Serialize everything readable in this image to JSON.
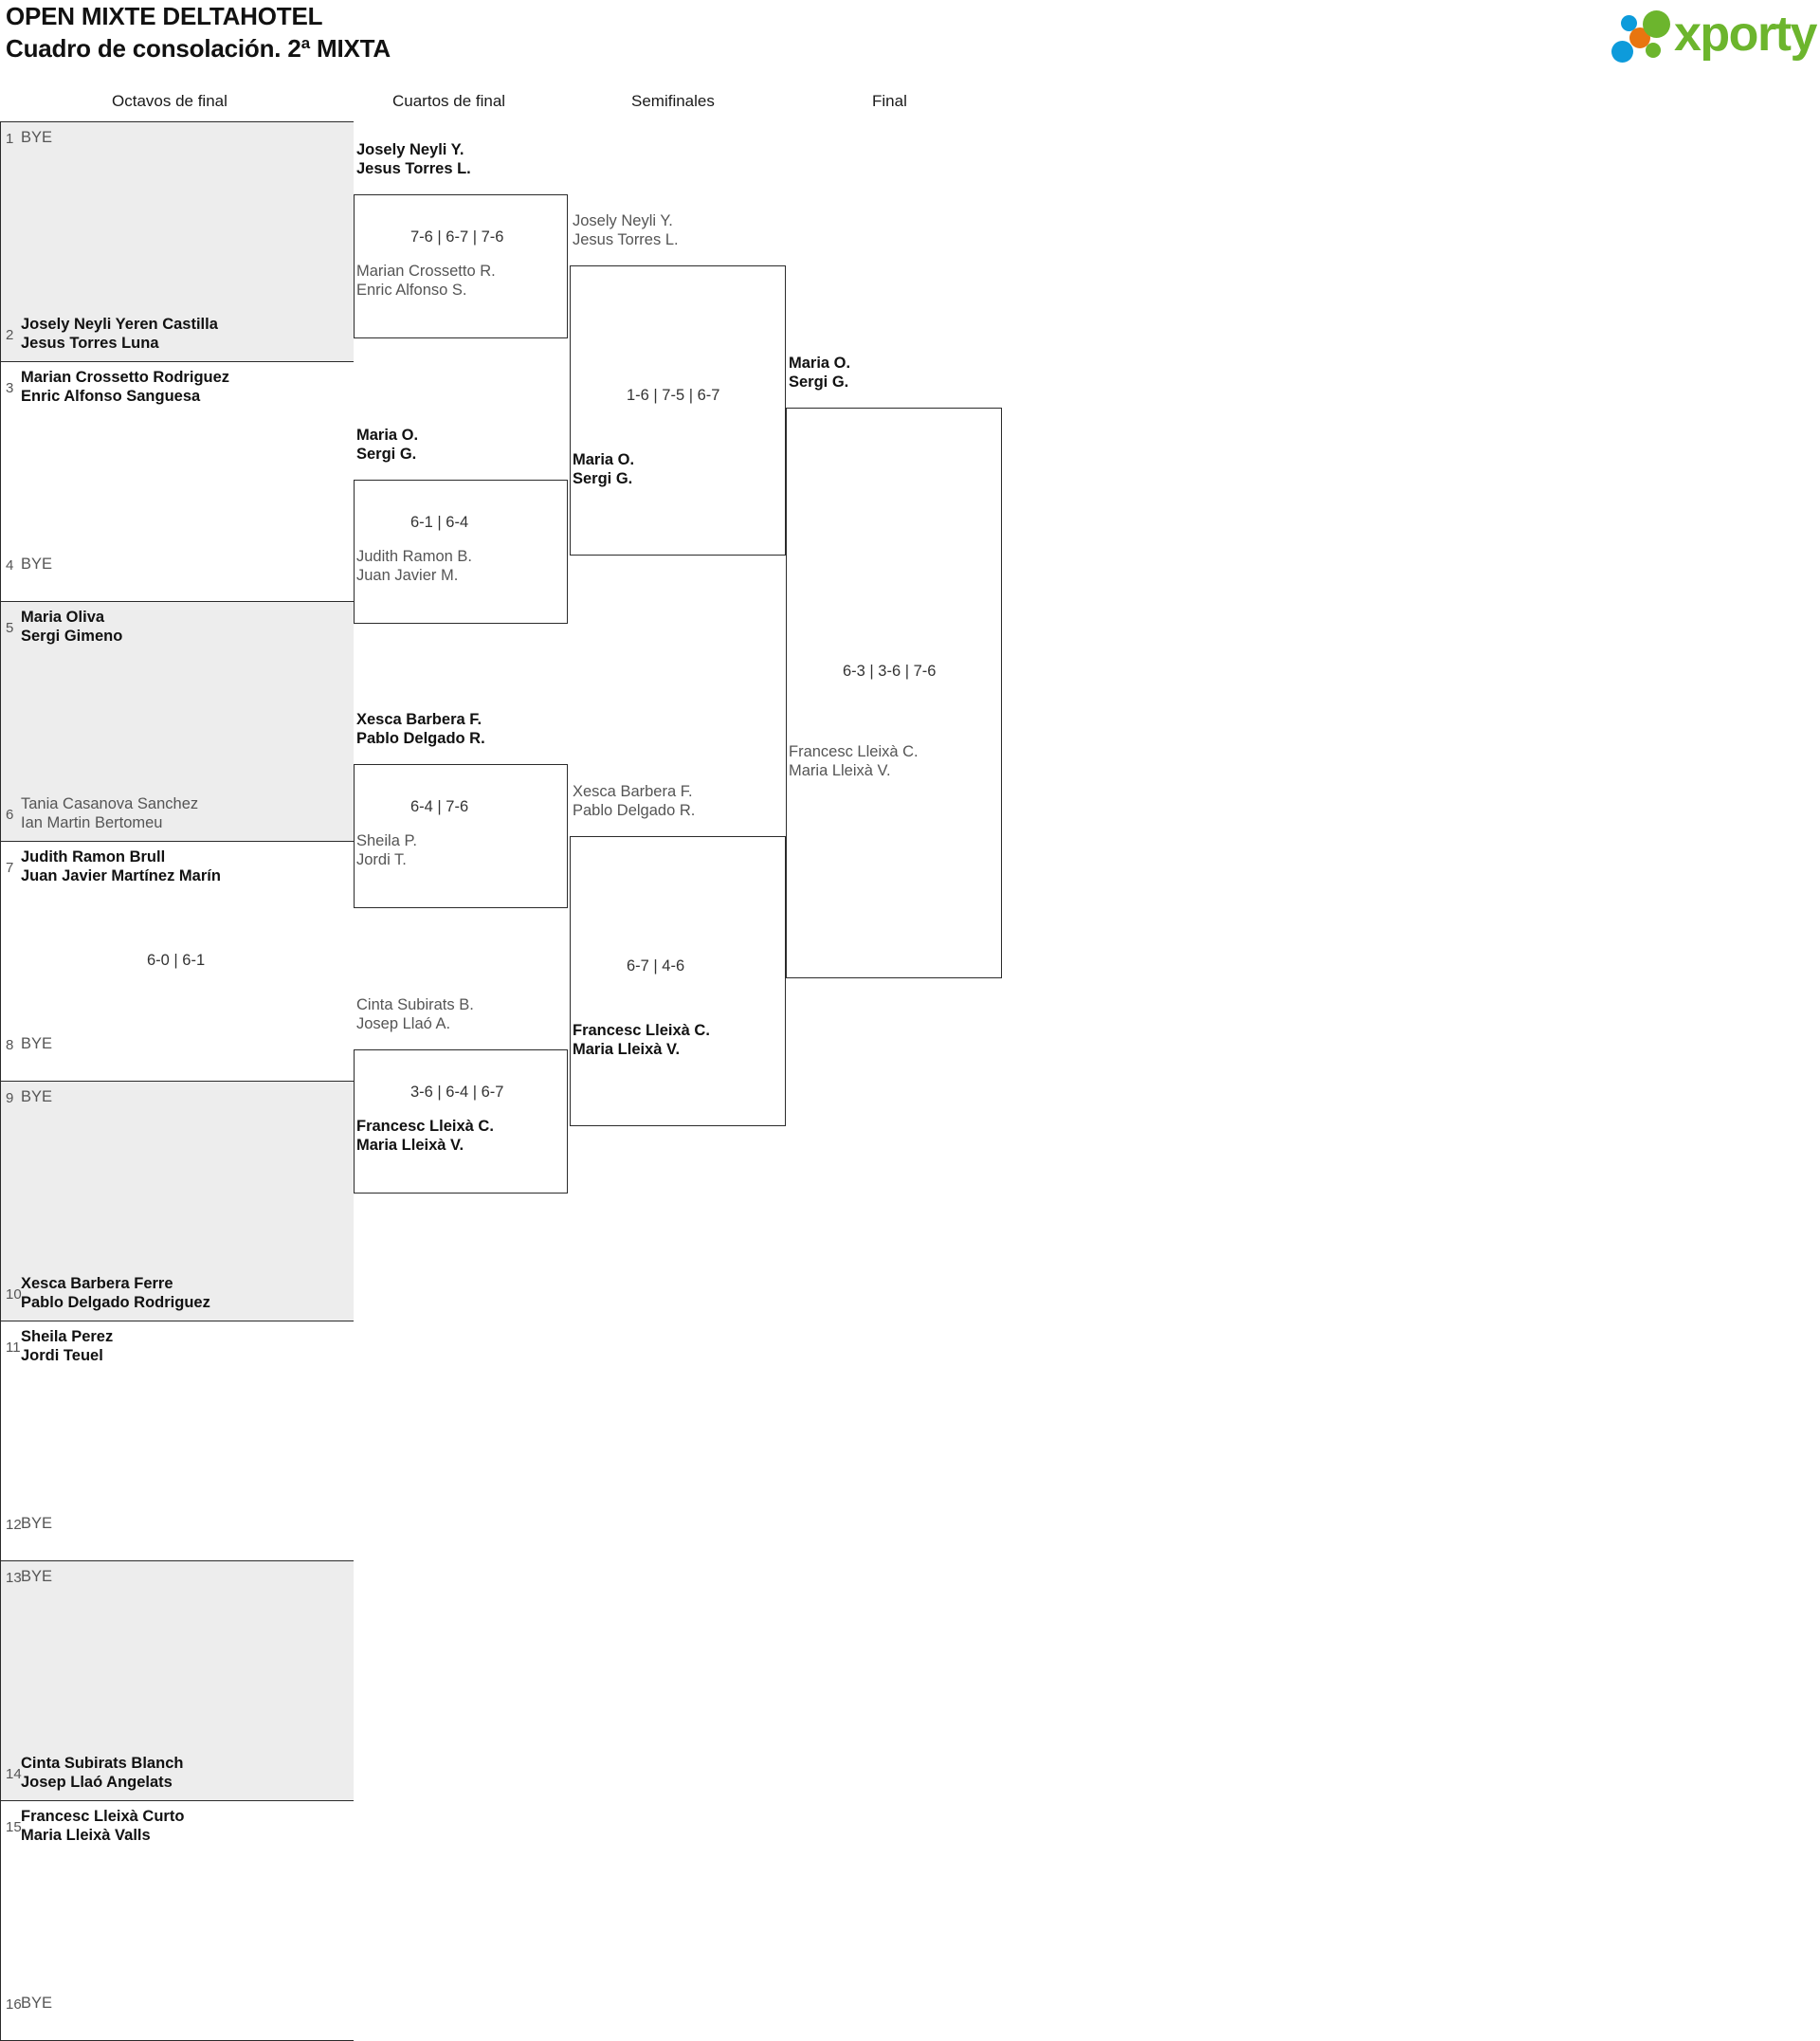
{
  "header": {
    "tournament_title": "OPEN MIXTE DELTAHOTEL",
    "subtitle": "Cuadro de consolación. 2ª MIXTA",
    "logo_text": "xporty",
    "logo_colors": {
      "green": "#6cb52d",
      "blue": "#0d9bdb",
      "orange": "#e8750f"
    }
  },
  "rounds": [
    {
      "label": "Octavos de final"
    },
    {
      "label": "Cuartos de final"
    },
    {
      "label": "Semifinales"
    },
    {
      "label": "Final"
    }
  ],
  "bye_label": "BYE",
  "round1": {
    "slots": [
      {
        "seed": "1",
        "bye": true,
        "line1": "BYE",
        "line2": "",
        "result": "none"
      },
      {
        "seed": "2",
        "bye": false,
        "line1": "Josely Neyli Yeren Castilla",
        "line2": "Jesus Torres Luna",
        "result": "win"
      },
      {
        "seed": "3",
        "bye": false,
        "line1": "Marian Crossetto Rodriguez",
        "line2": "Enric Alfonso Sanguesa",
        "result": "win"
      },
      {
        "seed": "4",
        "bye": true,
        "line1": "BYE",
        "line2": "",
        "result": "none"
      },
      {
        "seed": "5",
        "bye": false,
        "line1": "Maria Oliva",
        "line2": "Sergi Gimeno",
        "result": "win"
      },
      {
        "seed": "6",
        "bye": false,
        "line1": "Tania Casanova Sanchez",
        "line2": "Ian Martin Bertomeu",
        "result": "lose"
      },
      {
        "seed": "7",
        "bye": false,
        "line1": "Judith Ramon Brull",
        "line2": "Juan Javier Martínez Marín",
        "result": "win"
      },
      {
        "seed": "8",
        "bye": true,
        "line1": "BYE",
        "line2": "",
        "result": "none"
      },
      {
        "seed": "9",
        "bye": true,
        "line1": "BYE",
        "line2": "",
        "result": "none"
      },
      {
        "seed": "10",
        "bye": false,
        "line1": "Xesca Barbera Ferre",
        "line2": "Pablo Delgado Rodriguez",
        "result": "win"
      },
      {
        "seed": "11",
        "bye": false,
        "line1": "Sheila Perez",
        "line2": "Jordi Teuel",
        "result": "win"
      },
      {
        "seed": "12",
        "bye": true,
        "line1": "BYE",
        "line2": "",
        "result": "none"
      },
      {
        "seed": "13",
        "bye": true,
        "line1": "BYE",
        "line2": "",
        "result": "none"
      },
      {
        "seed": "14",
        "bye": false,
        "line1": "Cinta Subirats Blanch",
        "line2": "Josep Llaó Angelats",
        "result": "win"
      },
      {
        "seed": "15",
        "bye": false,
        "line1": "Francesc Lleixà Curto",
        "line2": "Maria Lleixà Valls",
        "result": "win"
      },
      {
        "seed": "16",
        "bye": true,
        "line1": "BYE",
        "line2": "",
        "result": "none"
      }
    ],
    "scores": [
      {
        "match": 3,
        "value": "6-0 | 6-1"
      }
    ]
  },
  "round2": {
    "matches": [
      {
        "top": {
          "line1": "Josely Neyli Y.",
          "line2": "Jesus Torres L.",
          "result": "win"
        },
        "bottom": {
          "line1": "Marian Crossetto R.",
          "line2": "Enric Alfonso S.",
          "result": "lose"
        },
        "score": "7-6 | 6-7 | 7-6"
      },
      {
        "top": {
          "line1": "Maria O.",
          "line2": "Sergi G.",
          "result": "win"
        },
        "bottom": {
          "line1": "Judith Ramon B.",
          "line2": "Juan Javier M.",
          "result": "lose"
        },
        "score": "6-1 | 6-4"
      },
      {
        "top": {
          "line1": "Xesca Barbera F.",
          "line2": "Pablo Delgado R.",
          "result": "win"
        },
        "bottom": {
          "line1": "Sheila P.",
          "line2": "Jordi T.",
          "result": "lose"
        },
        "score": "6-4 | 7-6"
      },
      {
        "top": {
          "line1": "Cinta Subirats B.",
          "line2": "Josep Llaó A.",
          "result": "lose"
        },
        "bottom": {
          "line1": "Francesc Lleixà C.",
          "line2": "Maria Lleixà V.",
          "result": "win"
        },
        "score": "3-6 | 6-4 | 6-7"
      }
    ]
  },
  "round3": {
    "matches": [
      {
        "top": {
          "line1": "Josely Neyli Y.",
          "line2": "Jesus Torres L.",
          "result": "lose"
        },
        "bottom": {
          "line1": "Maria O.",
          "line2": "Sergi G.",
          "result": "win"
        },
        "score": "1-6 | 7-5 | 6-7"
      },
      {
        "top": {
          "line1": "Xesca Barbera F.",
          "line2": "Pablo Delgado R.",
          "result": "lose"
        },
        "bottom": {
          "line1": "Francesc Lleixà C.",
          "line2": "Maria Lleixà V.",
          "result": "win"
        },
        "score": "6-7 | 4-6"
      }
    ]
  },
  "round4": {
    "matches": [
      {
        "top": {
          "line1": "Maria O.",
          "line2": "Sergi G.",
          "result": "win"
        },
        "bottom": {
          "line1": "Francesc Lleixà C.",
          "line2": "Maria Lleixà V.",
          "result": "lose"
        },
        "score": "6-3 | 3-6 | 7-6"
      }
    ]
  }
}
